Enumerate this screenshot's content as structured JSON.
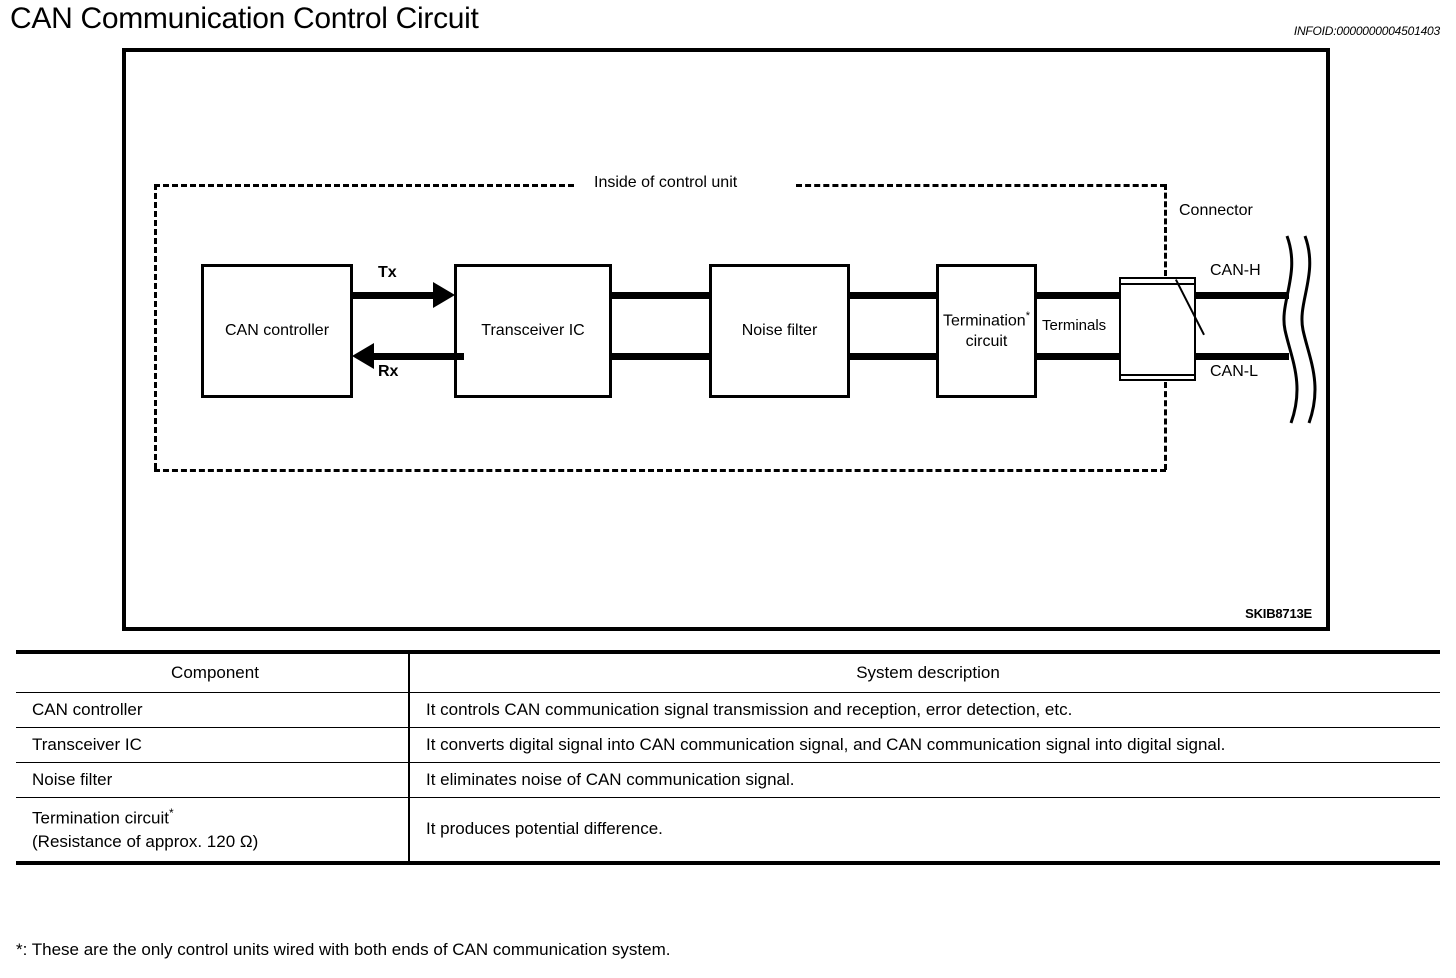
{
  "header": {
    "title": "CAN Communication Control Circuit",
    "infoid": "INFOID:0000000004501403"
  },
  "figure": {
    "code": "SKIB8713E",
    "inside_label": "Inside of control unit",
    "blocks": [
      {
        "id": "can-controller",
        "label": "CAN controller"
      },
      {
        "id": "transceiver-ic",
        "label": "Transceiver IC"
      },
      {
        "id": "noise-filter",
        "label": "Noise filter"
      },
      {
        "id": "termination-circuit",
        "line1": "Termination",
        "line2": "circuit",
        "star": "*"
      }
    ],
    "signals": {
      "tx": "Tx",
      "rx": "Rx"
    },
    "labels": {
      "terminals": "Terminals",
      "connector": "Connector",
      "can_h": "CAN-H",
      "can_l": "CAN-L"
    }
  },
  "table": {
    "headers": {
      "component": "Component",
      "description": "System description"
    },
    "rows": [
      {
        "component": "CAN controller",
        "description": "It controls CAN communication signal transmission and reception, error detection, etc."
      },
      {
        "component": "Transceiver IC",
        "description": "It converts digital signal into CAN communication signal, and CAN communication signal into digital signal."
      },
      {
        "component": "Noise filter",
        "description": "It eliminates noise of CAN communication signal."
      },
      {
        "component_line1": "Termination circuit",
        "component_star": "*",
        "component_line2": "(Resistance of approx. 120 Ω)",
        "description": "It produces potential difference."
      }
    ]
  },
  "footnote": "*: These are the only control units wired with both ends of CAN communication system.",
  "colors": {
    "ink": "#000000",
    "paper": "#ffffff"
  }
}
